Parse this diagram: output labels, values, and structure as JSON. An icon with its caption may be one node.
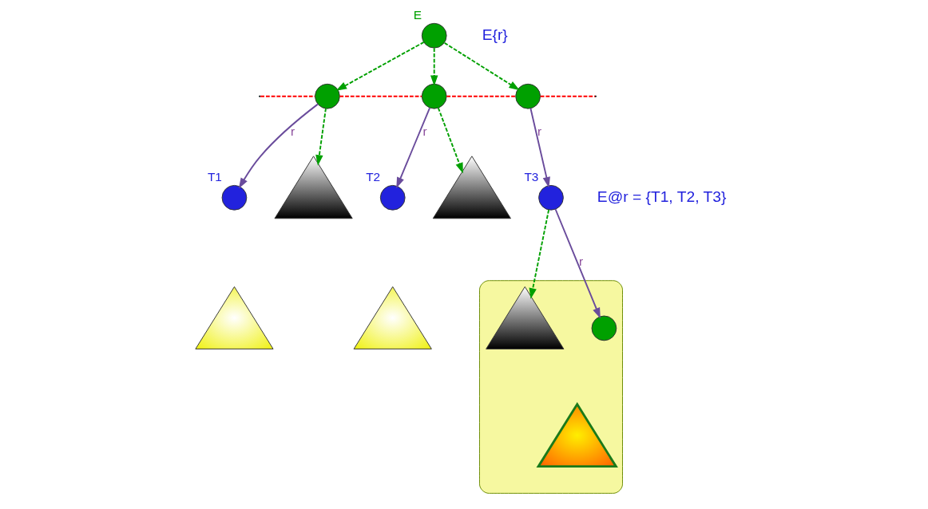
{
  "diagram": {
    "nodes": [
      {
        "text": [],
        "shape": "circle",
        "beside": [
          "E"
        ]
      },
      {
        "text": [],
        "shape": "circle"
      },
      {
        "text": [],
        "shape": "circle"
      },
      {
        "text": [],
        "shape": "circle"
      },
      {
        "text": [],
        "shape": "circle",
        "beside": [
          "T1"
        ]
      },
      {
        "text": [],
        "shape": "triangle"
      },
      {
        "text": [],
        "shape": "circle",
        "beside": [
          "T2"
        ]
      },
      {
        "text": [],
        "shape": "triangle"
      },
      {
        "text": [],
        "shape": "circle",
        "beside": [
          "T3"
        ]
      },
      {
        "text": [],
        "shape": "triangle"
      },
      {
        "text": [],
        "shape": "triangle"
      },
      {
        "text": [],
        "shape": "triangle"
      },
      {
        "text": [],
        "shape": "triangle",
        "in": 11
      },
      {
        "text": [],
        "shape": "circle",
        "in": 11
      },
      {
        "text": [],
        "shape": "triangle",
        "in": 11
      }
    ],
    "edges": [
      {
        "from": 0,
        "to": 1,
        "arrow": "to",
        "style": "dashed"
      },
      {
        "from": 0,
        "to": 2,
        "arrow": "to",
        "style": "dashed"
      },
      {
        "from": 0,
        "to": 3,
        "arrow": "to",
        "style": "dashed"
      },
      {
        "from": 1,
        "to": 4,
        "arrow": "to",
        "label": "r",
        "color": "#6a4c9c"
      },
      {
        "from": 1,
        "to": 5,
        "arrow": "to",
        "style": "dashed"
      },
      {
        "from": 2,
        "to": 6,
        "arrow": "to",
        "label": "r",
        "color": "#6a4c9c"
      },
      {
        "from": 2,
        "to": 7,
        "arrow": "to",
        "style": "dashed"
      },
      {
        "from": 3,
        "to": 8,
        "arrow": "to",
        "label": "r",
        "color": "#6a4c9c"
      },
      {
        "from": 8,
        "to": 12,
        "arrow": "to",
        "style": "dashed"
      },
      {
        "from": 8,
        "to": 13,
        "arrow": "to",
        "label": "r",
        "color": "#6a4c9c"
      },
      {
        "from": null,
        "to": 1,
        "arrow": "none",
        "style": "dashed",
        "color": "#ff0000"
      },
      {
        "from": 1,
        "to": 2,
        "arrow": "none",
        "style": "dashed",
        "color": "#ff0000"
      },
      {
        "from": 2,
        "to": 3,
        "arrow": "none",
        "style": "dashed",
        "color": "#ff0000"
      },
      {
        "from": 3,
        "to": null,
        "arrow": "none",
        "style": "dashed",
        "color": "#ff0000"
      }
    ],
    "labels": [
      "E{r}",
      "E@r = {T1, T2, T3}"
    ]
  }
}
